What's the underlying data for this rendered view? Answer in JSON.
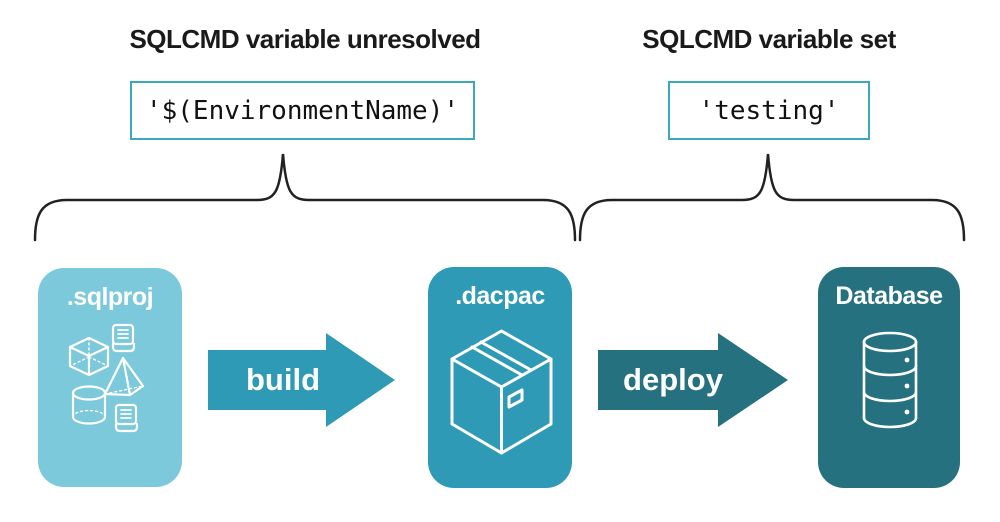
{
  "palette": {
    "light_teal": "#7CC9DB",
    "mid_teal": "#2E9AB5",
    "dark_teal": "#26717F",
    "code_border_teal": "#3BA8BE",
    "text_dark": "#1A1A1A",
    "icon_white": "#FFFFFF"
  },
  "annotations": {
    "left": {
      "title": "SQLCMD variable unresolved",
      "code": "'$(EnvironmentName)'"
    },
    "right": {
      "title": "SQLCMD variable set",
      "code": "'testing'"
    }
  },
  "pipeline": {
    "stages": [
      {
        "id": "sqlproj",
        "label": ".sqlproj",
        "icon": "sql-objects-icons",
        "color": "#7CC9DB"
      },
      {
        "id": "dacpac",
        "label": ".dacpac",
        "icon": "package-icon",
        "color": "#2E9AB5"
      },
      {
        "id": "database",
        "label": "Database",
        "icon": "database-icon",
        "color": "#26717F"
      }
    ],
    "arrows": [
      {
        "label": "build",
        "color": "#2E9AB5"
      },
      {
        "label": "deploy",
        "color": "#26717F"
      }
    ]
  }
}
